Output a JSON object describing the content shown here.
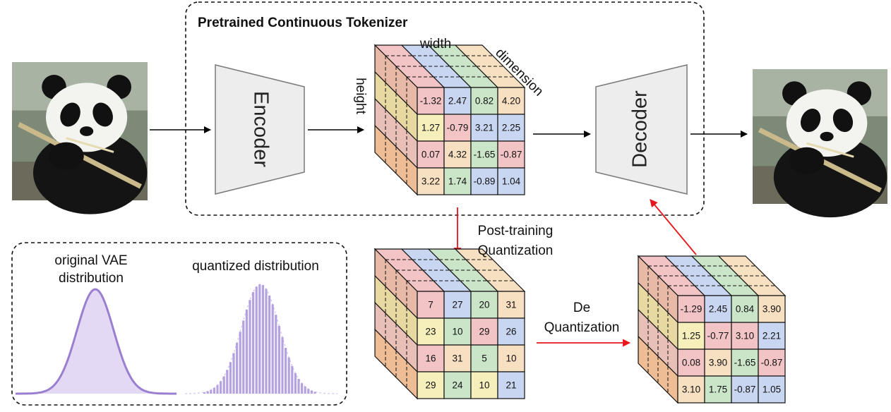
{
  "tokenizer_box": {
    "title": "Pretrained Continuous Tokenizer"
  },
  "encoder": {
    "label": "Encoder"
  },
  "decoder": {
    "label": "Decoder"
  },
  "latent_axes": {
    "width": "width",
    "height": "height",
    "dimension": "dimension"
  },
  "ptq": {
    "line1": "Post-training",
    "line2": "Quantization"
  },
  "deq": {
    "line1": "De",
    "line2": "Quantization"
  },
  "distribution_box": {
    "original_line1": "original VAE",
    "original_line2": "distribution",
    "quantized": "quantized distribution"
  },
  "grid_colors": [
    "#f2c4c6",
    "#c9d6f2",
    "#cbe5c9",
    "#f7dfc2",
    "#f6efbc"
  ],
  "arrow_red": "#e8151b",
  "curve_color": "#9a7fd1",
  "fill_color": "#e3d9f4",
  "cube_continuous": {
    "rows": [
      [
        "-1.32",
        "2.47",
        "0.82",
        "4.20"
      ],
      [
        "1.27",
        "-0.79",
        "3.21",
        "2.25"
      ],
      [
        "0.07",
        "4.32",
        "-1.65",
        "-0.87"
      ],
      [
        "3.22",
        "1.74",
        "-0.89",
        "1.04"
      ]
    ]
  },
  "cube_quantized": {
    "rows": [
      [
        "7",
        "27",
        "20",
        "31"
      ],
      [
        "23",
        "10",
        "29",
        "26"
      ],
      [
        "16",
        "31",
        "5",
        "10"
      ],
      [
        "29",
        "24",
        "10",
        "21"
      ]
    ]
  },
  "cube_dequantized": {
    "rows": [
      [
        "-1.29",
        "2.45",
        "0.84",
        "3.90"
      ],
      [
        "1.25",
        "-0.77",
        "3.10",
        "2.21"
      ],
      [
        "0.08",
        "3.90",
        "-1.65",
        "-0.87"
      ],
      [
        "3.10",
        "1.75",
        "-0.87",
        "1.05"
      ]
    ]
  },
  "front_colors": [
    [
      "#f2c4c6",
      "#c9d6f2",
      "#cbe5c9",
      "#f7dfc2"
    ],
    [
      "#f6efbc",
      "#f2c4c6",
      "#c9d6f2",
      "#c9d6f2"
    ],
    [
      "#f2c4c6",
      "#f7dfc2",
      "#cbe5c9",
      "#f2c4c6"
    ],
    [
      "#f7dfc2",
      "#cbe5c9",
      "#c9d6f2",
      "#c9d6f2"
    ]
  ],
  "front_colors_q": [
    [
      "#f2c4c6",
      "#c9d6f2",
      "#cbe5c9",
      "#f7dfc2"
    ],
    [
      "#f6efbc",
      "#cbe5c9",
      "#f2c4c6",
      "#c9d6f2"
    ],
    [
      "#f2c4c6",
      "#f7dfc2",
      "#cbe5c9",
      "#f7dfc2"
    ],
    [
      "#f6efbc",
      "#cbe5c9",
      "#f6efbc",
      "#c9d6f2"
    ]
  ],
  "front_colors_d": [
    [
      "#f2c4c6",
      "#c9d6f2",
      "#cbe5c9",
      "#f7dfc2"
    ],
    [
      "#f6efbc",
      "#f2c4c6",
      "#f2c4c6",
      "#c9d6f2"
    ],
    [
      "#f2c4c6",
      "#f7dfc2",
      "#cbe5c9",
      "#f2c4c6"
    ],
    [
      "#f7dfc2",
      "#cbe5c9",
      "#c9d6f2",
      "#c9d6f2"
    ]
  ],
  "top_colors": [
    "#f2c4c6",
    "#c9d6f2",
    "#cbe5c9",
    "#f7dfc2"
  ],
  "side_colors": [
    "#e8b9a6",
    "#e8d9a2",
    "#e8c0b8",
    "#eebd95"
  ]
}
